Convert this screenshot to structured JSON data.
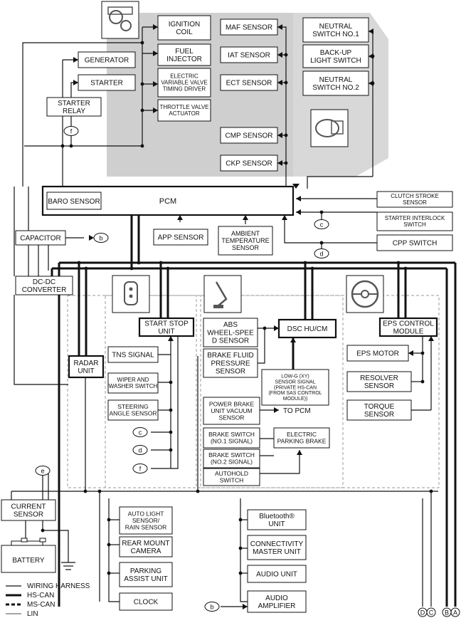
{
  "boxes": {
    "ignition_coil": [
      "IGNITION",
      "COIL"
    ],
    "fuel_injector": [
      "FUEL",
      "INJECTOR"
    ],
    "evvt_driver": [
      "ELECTRIC",
      "VARIABLE VALVE",
      "TIMING DRIVER"
    ],
    "throttle_actuator": [
      "THROTTLE VALVE",
      "ACTUATOR"
    ],
    "maf_sensor": [
      "MAF SENSOR"
    ],
    "iat_sensor": [
      "IAT SENSOR"
    ],
    "ect_sensor": [
      "ECT SENSOR"
    ],
    "cmp_sensor": [
      "CMP SENSOR"
    ],
    "ckp_sensor": [
      "CKP SENSOR"
    ],
    "neutral_switch_1": [
      "NEUTRAL",
      "SWITCH NO.1"
    ],
    "backup_light_switch": [
      "BACK-UP",
      "LIGHT SWITCH"
    ],
    "neutral_switch_2": [
      "NEUTRAL",
      "SWITCH NO.2"
    ],
    "generator": [
      "GENERATOR"
    ],
    "starter": [
      "STARTER"
    ],
    "starter_relay": [
      "STARTER",
      "RELAY"
    ],
    "baro_sensor": [
      "BARO SENSOR"
    ],
    "pcm": [
      "PCM"
    ],
    "clutch_stroke_sensor": [
      "CLUTCH STROKE",
      "SENSOR"
    ],
    "starter_interlock_switch": [
      "STARTER INTERLOCK",
      "SWITCH"
    ],
    "cpp_switch": [
      "CPP SWITCH"
    ],
    "capacitor": [
      "CAPACITOR"
    ],
    "app_sensor": [
      "APP SENSOR"
    ],
    "ambient_temp_sensor": [
      "AMBIENT",
      "TEMPERATURE",
      "SENSOR"
    ],
    "dcdc_converter": [
      "DC-DC",
      "CONVERTER"
    ],
    "start_stop_unit": [
      "START STOP",
      "UNIT"
    ],
    "abs_wheel_speed": [
      "ABS",
      "WHEEL-SPEE",
      "D SENSOR"
    ],
    "dsc_hu_cm": [
      "DSC HU/CM"
    ],
    "eps_control_module": [
      "EPS CONTROL",
      "MODULE"
    ],
    "tns_signal": [
      "TNS SIGNAL"
    ],
    "radar_unit": [
      "RADAR",
      "UNIT"
    ],
    "brake_fluid_pressure": [
      "BRAKE FLUID",
      "PRESSURE",
      "SENSOR"
    ],
    "eps_motor": [
      "EPS MOTOR"
    ],
    "wiper_washer_switch": [
      "WIPER AND",
      "WASHER SWITCH"
    ],
    "lowg_sensor": [
      "LOW-G (XY)",
      "SENSOR SIGNAL",
      "(PRIVATE HS-CAN",
      "(FROM SAS CONTROL",
      "MODULE))"
    ],
    "resolver_sensor": [
      "RESOLVER",
      "SENSOR"
    ],
    "steering_angle_sensor": [
      "STEERING",
      "ANGLE SENSOR"
    ],
    "power_brake_vacuum": [
      "POWER BRAKE",
      "UNIT VACUUM",
      "SENSOR"
    ],
    "torque_sensor": [
      "TORQUE",
      "SENSOR"
    ],
    "brake_switch_1": [
      "BRAKE SWITCH",
      "(NO.1 SIGNAL)"
    ],
    "electric_parking_brake": [
      "ELECTRIC",
      "PARKING BRAKE"
    ],
    "brake_switch_2": [
      "BRAKE SWITCH",
      "(NO.2 SIGNAL)"
    ],
    "autohold_switch": [
      "AUTOHOLD",
      "SWITCH"
    ],
    "current_sensor": [
      "CURRENT",
      "SENSOR"
    ],
    "auto_light_sensor": [
      "AUTO LIGHT",
      "SENSOR/",
      "RAIN SENSOR"
    ],
    "rear_mount_camera": [
      "REAR MOUNT",
      "CAMERA"
    ],
    "parking_assist_unit": [
      "PARKING",
      "ASSIST UNIT"
    ],
    "clock": [
      "CLOCK"
    ],
    "bluetooth_unit": [
      "Bluetooth®",
      "UNIT"
    ],
    "connectivity_master_unit": [
      "CONNECTIVITY",
      "MASTER UNIT"
    ],
    "audio_unit": [
      "AUDIO UNIT"
    ],
    "audio_amplifier": [
      "AUDIO",
      "AMPLIFIER"
    ],
    "battery": [
      "BATTERY"
    ]
  },
  "labels": {
    "to_pcm": "TO PCM"
  },
  "connector_markers": {
    "b": "b",
    "c": "c",
    "d": "d",
    "e": "e",
    "f": "f"
  },
  "edge_markers": [
    "D",
    "C",
    "B",
    "A"
  ],
  "legend": [
    {
      "style": "solid-thin",
      "label": "WIRING HARNESS"
    },
    {
      "style": "solid-thick",
      "label": "HS-CAN"
    },
    {
      "style": "dashed-thick",
      "label": "MS-CAN"
    },
    {
      "style": "thin-light",
      "label": "LIN"
    }
  ],
  "colors": {
    "engine_zone": "#cfcfcf",
    "line": "#111111",
    "dashed_zone": "#9a9a9a"
  }
}
